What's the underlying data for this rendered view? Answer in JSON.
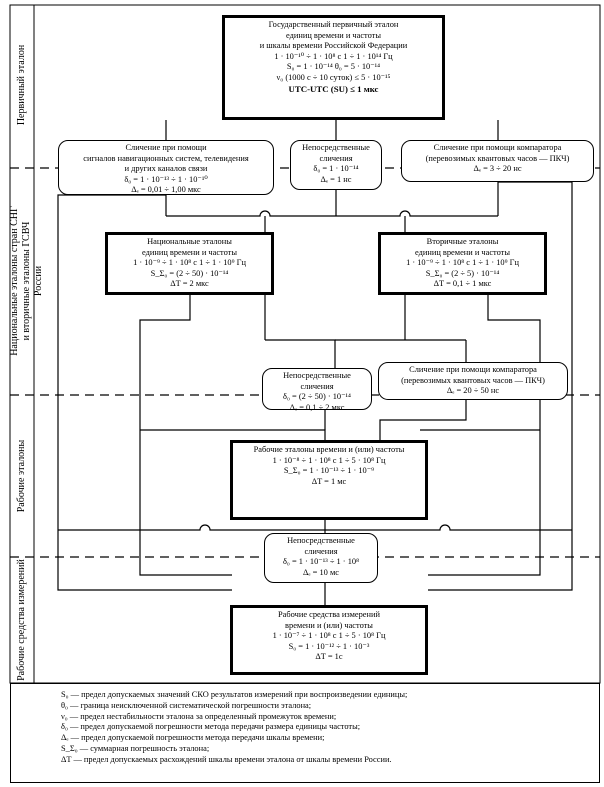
{
  "bands": [
    {
      "id": "primary",
      "label": "Первичный эталон"
    },
    {
      "id": "national",
      "label": "Национальные эталоны стран СНГ и вторичные эталоны ГСВЧ России"
    },
    {
      "id": "working",
      "label": "Рабочие эталоны"
    },
    {
      "id": "instruments",
      "label": "Рабочие средства измерений"
    }
  ],
  "boxes": {
    "primary": {
      "title": "Государственный первичный эталон\nединиц времени и частоты\nи шкалы времени Российской Федерации",
      "formulas": [
        "1 · 10⁻¹⁰ ÷ 1 · 10⁸ с     1 ÷ 1 · 10¹⁴ Гц",
        "S₀ = 1 · 10⁻¹⁴    θ₀ = 5 · 10⁻¹⁴",
        "ν₀ (1000 с ÷ 10 суток) ≤ 5 · 10⁻¹⁵"
      ],
      "bold_formula": "UTC-UTC (SU) ≤ 1 мкс"
    },
    "compare_nav": {
      "title": "Сличение при помощи\nсигналов навигационных систем, телевидения\nи других каналов связи",
      "formulas": [
        "δ₀ = 1 · 10⁻¹³ ÷ 1 · 10⁻¹⁰",
        "Δₑ = 0,01 ÷ 1,00 мкс"
      ]
    },
    "direct_1": {
      "title": "Непосредственные\nсличения",
      "formulas": [
        "δ₀ = 1 · 10⁻¹⁴",
        "Δₑ = 1 нс"
      ]
    },
    "comparator_1": {
      "title": "Сличение при помощи компаратора\n(перевозимых квантовых часов — ПКЧ)",
      "formulas": [
        "Δₑ = 3 ÷ 20 нс"
      ]
    },
    "national": {
      "title": "Национальные эталоны\nединиц времени и частоты",
      "formulas": [
        "1 · 10⁻⁹ ÷ 1 · 10⁸ с     1 ÷ 1 · 10⁹ Гц",
        "S_Σ₀ = (2 ÷ 50) · 10⁻¹⁴",
        "ΔT = 2 мкс"
      ]
    },
    "secondary": {
      "title": "Вторичные эталоны\nединиц времени и частоты",
      "formulas": [
        "1 · 10⁻⁹ ÷ 1 · 10⁸ с     1 ÷ 1 · 10⁹ Гц",
        "S_Σ₀ = (2 ÷ 5) · 10⁻¹⁴",
        "ΔT = 0,1 ÷ 1 мкс"
      ]
    },
    "direct_2": {
      "title": "Непосредственные\nсличения",
      "formulas": [
        "δ₀ = (2 ÷ 50) · 10⁻¹⁴",
        "Δₑ = 0,1 ÷ 2 мкс"
      ]
    },
    "comparator_2": {
      "title": "Сличение при помощи компаратора\n(перевозимых квантовых часов — ПКЧ)",
      "formulas": [
        "Δₑ = 20 ÷ 50 нс"
      ]
    },
    "working": {
      "title": "Рабочие эталоны времени и (или) частоты",
      "formulas": [
        "1 · 10⁻⁸ ÷ 1 · 10⁸ с     1 ÷ 5 · 10⁸ Гц",
        "S_Σ₀ = 1 · 10⁻¹³ ÷ 1 · 10⁻⁹",
        "ΔT = 1 мс"
      ]
    },
    "direct_3": {
      "title": "Непосредственные\nсличения",
      "formulas": [
        "δ₀ = 1 · 10⁻¹³ ÷ 1 · 10⁸",
        "Δₑ = 10 мс"
      ]
    },
    "instruments": {
      "title": "Рабочие средства измерений\nвремени и (или) частоты",
      "formulas": [
        "1 · 10⁻⁷ ÷ 1 · 10⁸ с     1 ÷ 5 · 10⁸ Гц",
        "S₀ = 1 · 10⁻¹² ÷ 1 · 10⁻³",
        "ΔT = 1с"
      ]
    }
  },
  "legend": [
    "S₀  —  предел допускаемых значений СКО результатов измерений при воспроизведении единицы;",
    "θ₀  —  граница неисключенной систематической погрешности эталона;",
    "ν₀  —  предел нестабильности эталона за определенный промежуток времени;",
    "δ₀  —  предел допускаемой погрешности метода передачи размера единицы частоты;",
    "Δₑ  —  предел допускаемой погрешности метода передачи шкалы времени;",
    "S_Σ₀  —  суммарная погрешность эталона;",
    "ΔT  —  предел допускаемых расхождений шкалы времени эталона от шкалы времени России."
  ]
}
